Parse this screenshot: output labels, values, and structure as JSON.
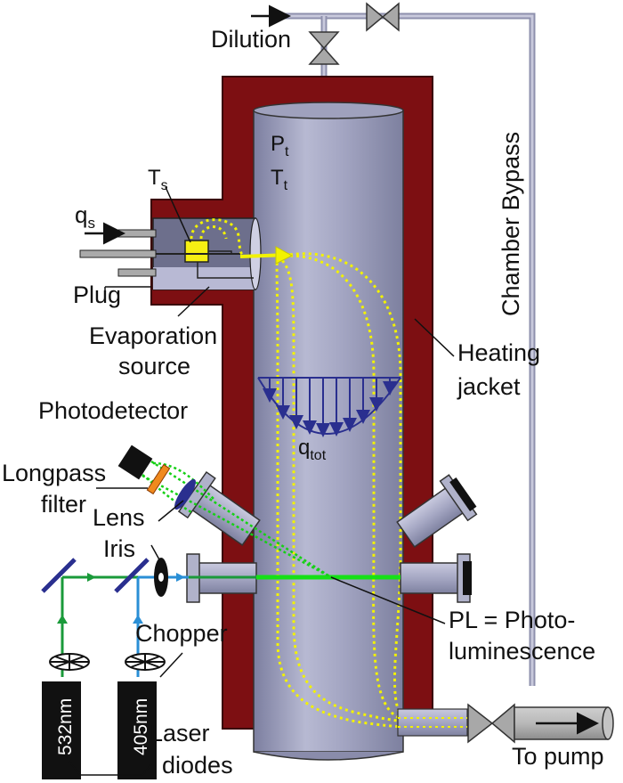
{
  "labels": {
    "dilution": "Dilution",
    "chamber_bypass": "Chamber Bypass",
    "p_t": "P",
    "p_t_sub": "t",
    "t_t": "T",
    "t_t_sub": "t",
    "t_s": "T",
    "t_s_sub": "s",
    "q_s": "q",
    "q_s_sub": "s",
    "plug": "Plug",
    "evaporation_1": "Evaporation",
    "evaporation_2": "source",
    "heating_1": "Heating",
    "heating_2": "jacket",
    "photodetector": "Photodetector",
    "longpass_1": "Longpass",
    "longpass_2": "filter",
    "lens": "Lens",
    "iris": "Iris",
    "q_tot": "q",
    "q_tot_sub": "tot",
    "chopper": "Chopper",
    "pl_1": "PL = Photo-",
    "pl_2": "luminescence",
    "laser_532": "532nm",
    "laser_405": "405nm",
    "laser_1": "Laser",
    "laser_2": "diodes",
    "to_pump": "To pump"
  },
  "colors": {
    "jacket": "#7d0f12",
    "chamber": "#9a9cb8",
    "pipe": "#a9aac8",
    "yellow_flow": "#f2f200",
    "green_beam": "#16e016",
    "green_path": "#1a9a3a",
    "blue_path": "#2a8fd6",
    "profile": "#2a2f8f",
    "valve": "#a0a0a0"
  }
}
